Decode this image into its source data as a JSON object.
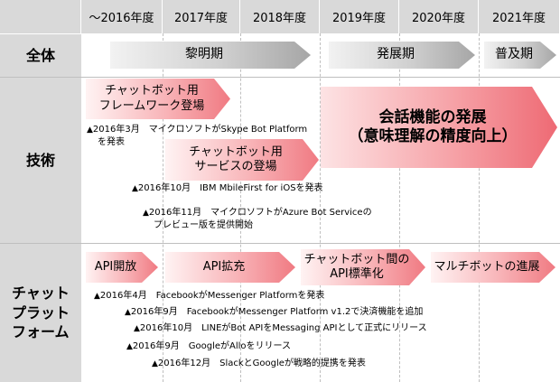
{
  "header": {
    "years": [
      "～2016年度",
      "2017年度",
      "2018年度",
      "2019年度",
      "2020年度",
      "2021年度"
    ]
  },
  "rows": {
    "overall": "全体",
    "tech": "技術",
    "chat_1": "チャット",
    "chat_2": "プラット",
    "chat_3": "フォーム"
  },
  "phases": {
    "dawn": "黎明期",
    "growth": "発展期",
    "spread": "普及期"
  },
  "tech": {
    "arrow1_line1": "チャットボット用",
    "arrow1_line2": "フレームワーク登場",
    "arrow2_line1": "チャットボット用",
    "arrow2_line2": "サービスの登場",
    "big_line1": "会話機能の発展",
    "big_line2": "（意味理解の精度向上）",
    "mark": "▲",
    "note1_line1": "2016年3月　マイクロソフトがSkype Bot Platform",
    "note1_line2": "を発表",
    "note2": "2016年10月　IBM MbileFirst for iOSを発表",
    "note3_line1": "2016年11月　マイクロソフトがAzure Bot Serviceの",
    "note3_line2": "プレビュー版を提供開始"
  },
  "platform": {
    "arrow1": "API開放",
    "arrow2": "API拡充",
    "arrow3_line1": "チャットボット間の",
    "arrow3_line2": "API標準化",
    "arrow4": "マルチボットの進展",
    "mark": "▲",
    "notes": [
      "2016年4月　FacebookがMessenger Platformを発表",
      "2016年9月　FacebookがMessenger Platform v1.2で決済機能を追加",
      "2016年10月　LINEがBot APIをMessaging APIとして正式にリリース",
      "2016年9月　GoogleがAlloをリリース",
      "2016年12月　SlackとGoogleが戦略的提携を発表"
    ]
  }
}
